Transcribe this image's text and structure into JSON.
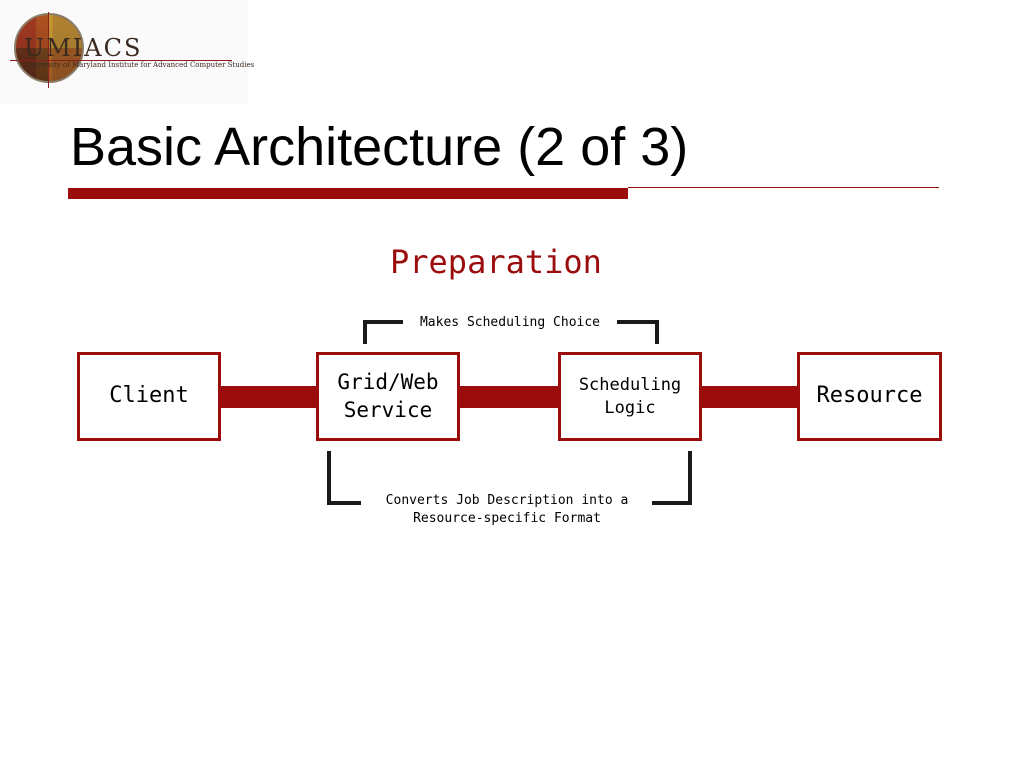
{
  "logo": {
    "text": "UMIACS",
    "subtitle": "University of Maryland Institute for Advanced Computer Studies"
  },
  "slide": {
    "title": "Basic Architecture (2 of 3)"
  },
  "diagram": {
    "heading": "Preparation",
    "nodes": {
      "client": "Client",
      "grid_service": "Grid/Web\nService",
      "scheduling_logic": "Scheduling\nLogic",
      "resource": "Resource"
    },
    "annotations": {
      "top": "Makes Scheduling Choice",
      "bottom": "Converts Job Description into a\nResource-specific Format"
    }
  },
  "colors": {
    "accent": "#9b0d0d",
    "text": "#000000",
    "background": "#ffffff"
  }
}
